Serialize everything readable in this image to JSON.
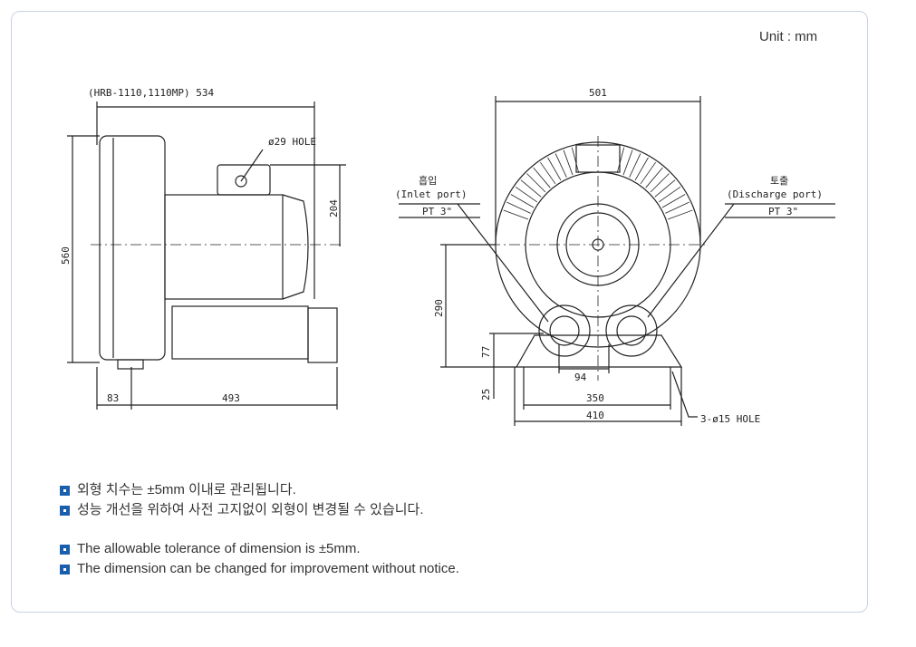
{
  "unit_label": "Unit : mm",
  "side_view": {
    "model_length": "(HRB-1110,1110MP) 534",
    "hole": "ø29 HOLE",
    "height": "560",
    "terminal_height": "204",
    "base_offset": "83",
    "base_length": "493"
  },
  "front_view": {
    "width": "501",
    "inlet_kr": "흡입",
    "inlet_en": "(Inlet port)",
    "inlet_thread": "PT 3\"",
    "discharge_kr": "토출",
    "discharge_en": "(Discharge port)",
    "discharge_thread": "PT 3\"",
    "center_height": "290",
    "port_height": "77",
    "foot_height": "25",
    "port_spacing": "94",
    "mount_spacing": "350",
    "base_width": "410",
    "mount_hole": "3-ø15 HOLE"
  },
  "notes_kr": [
    "외형 치수는 ±5mm 이내로 관리됩니다.",
    "성능 개선을 위하여 사전 고지없이 외형이 변경될 수 있습니다."
  ],
  "notes_en": [
    "The allowable tolerance of dimension is ±5mm.",
    "The dimension can be changed for improvement without notice."
  ]
}
